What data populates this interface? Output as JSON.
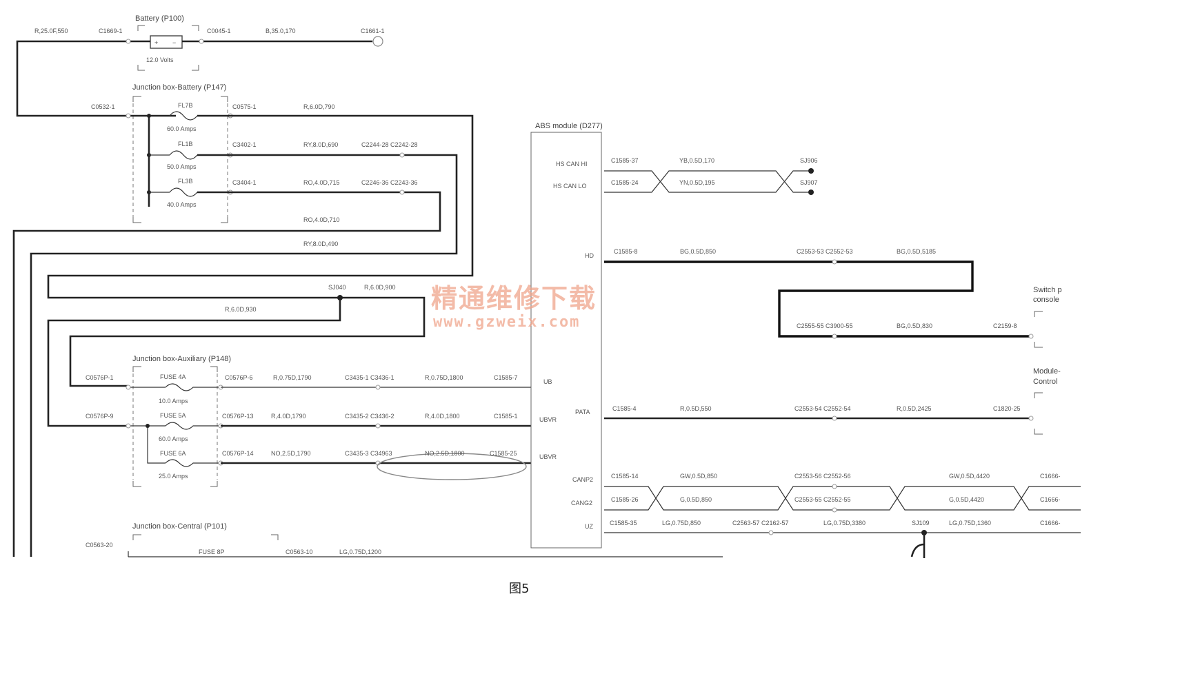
{
  "caption": "图5",
  "watermark": {
    "cn": "精通维修下载",
    "url": "www.gzweix.com"
  },
  "components": {
    "battery": {
      "title": "Battery (P100)",
      "volts": "12.0 Volts"
    },
    "jb_battery": {
      "title": "Junction box-Battery (P147)"
    },
    "jb_auxiliary": {
      "title": "Junction box-Auxiliary (P148)"
    },
    "jb_central": {
      "title": "Junction box-Central (P101)"
    },
    "abs_module": {
      "title": "ABS module (D277)"
    },
    "switch_pack": {
      "title_line1": "Switch p",
      "title_line2": "console"
    },
    "module_control": {
      "title_line1": "Module-",
      "title_line2": "Control"
    }
  },
  "fuses": {
    "f1": {
      "name": "FL7B",
      "rating": "60.0 Amps"
    },
    "f2": {
      "name": "FL1B",
      "rating": "50.0 Amps"
    },
    "f3": {
      "name": "FL3B",
      "rating": "40.0 Amps"
    },
    "f4": {
      "name": "FUSE 4A",
      "rating": "10.0 Amps"
    },
    "f5": {
      "name": "FUSE 5A",
      "rating": "60.0 Amps"
    },
    "f6": {
      "name": "FUSE 6A",
      "rating": "25.0 Amps"
    },
    "f7": {
      "name": "FUSE 8P"
    }
  },
  "connectors": {
    "c1669": "C1669-1",
    "c0045": "C0045-1",
    "c1661": "C1661-1",
    "c0532": "C0532-1",
    "c0575": "C0575-1",
    "c3402": "C3402-1",
    "c3404": "C3404-1",
    "c2244": "C2244-28  C2242-28",
    "c2246": "C2246-36  C2243-36",
    "sj040": "SJ040",
    "c0576p1": "C0576P-1",
    "c0576p9": "C0576P-9",
    "c0576p6": "C0576P-6",
    "c0576p13": "C0576P-13",
    "c0576p14": "C0576P-14",
    "c3435_1": "C3435-1  C3436-1",
    "c3435_2": "C3435-2  C3436-2",
    "c3435_3": "C3435-3  C34963",
    "c1585_7": "C1585-7",
    "c1585_1": "C1585-1",
    "c1585_25": "C1585-25",
    "c0563_20": "C0563-20",
    "c0563_10": "C0563-10",
    "c1585_37": "C1585-37",
    "c1585_24": "C1585-24",
    "sj906": "SJ906",
    "sj907": "SJ907",
    "c1585_8": "C1585-8",
    "c2553_53": "C2553-53  C2552-53",
    "c2555_55": "C2555-55  C3900-55",
    "c2159_8": "C2159-8",
    "c1585_4": "C1585-4",
    "c2553_54": "C2553-54  C2552-54",
    "c1820_25": "C1820-25",
    "c1585_14": "C1585-14",
    "c1585_26": "C1585-26",
    "c2553_56": "C2553-56  C2552-56",
    "c2553_55": "C2553-55  C2552-55",
    "c1585_35": "C1585-35",
    "c2563_57": "C2563-57  C2162-57",
    "sj109": "SJ109",
    "c1666_a": "C1666-",
    "c1666_b": "C1666-",
    "c1666_c": "C1666-"
  },
  "wires": {
    "w_r25": "R,25.0F,550",
    "w_b35": "B,35.0,170",
    "w_r6_790": "R,6.0D,790",
    "w_ry8_690": "RY,8.0D,690",
    "w_ro4_715": "RO,4.0D,715",
    "w_ro4_710": "RO,4.0D,710",
    "w_ry8_490": "RY,8.0D,490",
    "w_r6_900": "R,6.0D,900",
    "w_r6_930": "R,6.0D,930",
    "w_r075_1790": "R,0.75D,1790",
    "w_r075_1800": "R,0.75D,1800",
    "w_r4_1790": "R,4.0D,1790",
    "w_r4_1800": "R,4.0D,1800",
    "w_no25_1790": "NO,2.5D,1790",
    "w_no25_1800": "NO,2.5D,1800",
    "w_lg075_1200": "LG,0.75D,1200",
    "w_yb05_170": "YB,0.5D,170",
    "w_yn05_195": "YN,0.5D,195",
    "w_bg05_850": "BG,0.5D,850",
    "w_bg05_5185": "BG,0.5D,5185",
    "w_bg05_830": "BG,0.5D,830",
    "w_r05_550": "R,0.5D,550",
    "w_r05_2425": "R,0.5D,2425",
    "w_gw05_850": "GW,0.5D,850",
    "w_gw05_4420": "GW,0.5D,4420",
    "w_g05_850": "G,0.5D,850",
    "w_g05_4420": "G,0.5D,4420",
    "w_lg075_850": "LG,0.75D,850",
    "w_lg075_3380": "LG,0.75D,3380",
    "w_lg075_1360": "LG,0.75D,1360"
  },
  "pins": {
    "hs_can_hi": "HS CAN HI",
    "hs_can_lo": "HS CAN LO",
    "hd": "HD",
    "ub": "UB",
    "ubvr1": "UBVR",
    "ubvr2": "UBVR",
    "pata": "PATA",
    "canp2": "CANP2",
    "cang2": "CANG2",
    "uz": "UZ"
  }
}
